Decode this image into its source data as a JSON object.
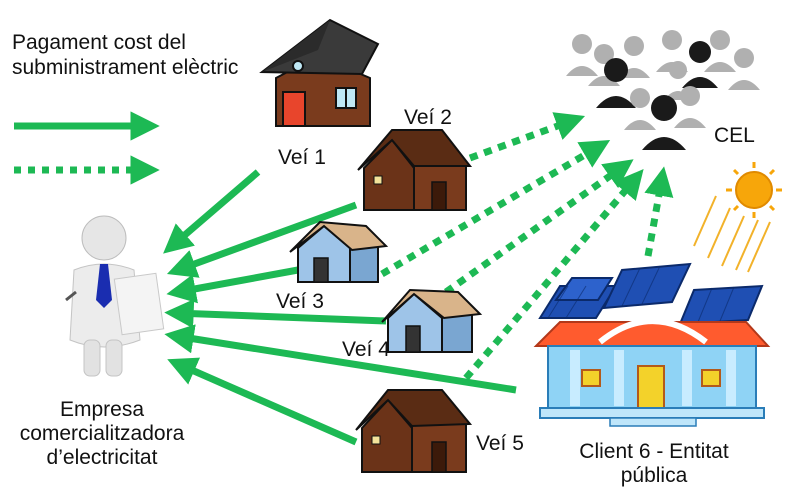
{
  "legend": {
    "text": "Pagament cost del subministrament elèctric"
  },
  "neighbors": {
    "v1": "Veí 1",
    "v2": "Veí 2",
    "v3": "Veí 3",
    "v4": "Veí 4",
    "v5": "Veí 5"
  },
  "cel_label": "CEL",
  "company": {
    "line1": "Empresa",
    "line2": "comercialitzadora",
    "line3": "d’electricitat"
  },
  "client": {
    "line1": "Client 6 - Entitat",
    "line2": "pública"
  },
  "colors": {
    "arrow": "#1db954",
    "house_brown": "#7a3b1d",
    "house_blue": "#9ec4e8",
    "roof_dark": "#3a3a3a",
    "roof_tan": "#d9b48a",
    "panel_blue": "#1f4fb3",
    "sun": "#f7a60a",
    "people_gray": "#b0b0b0",
    "people_dark": "#1a1a1a"
  }
}
